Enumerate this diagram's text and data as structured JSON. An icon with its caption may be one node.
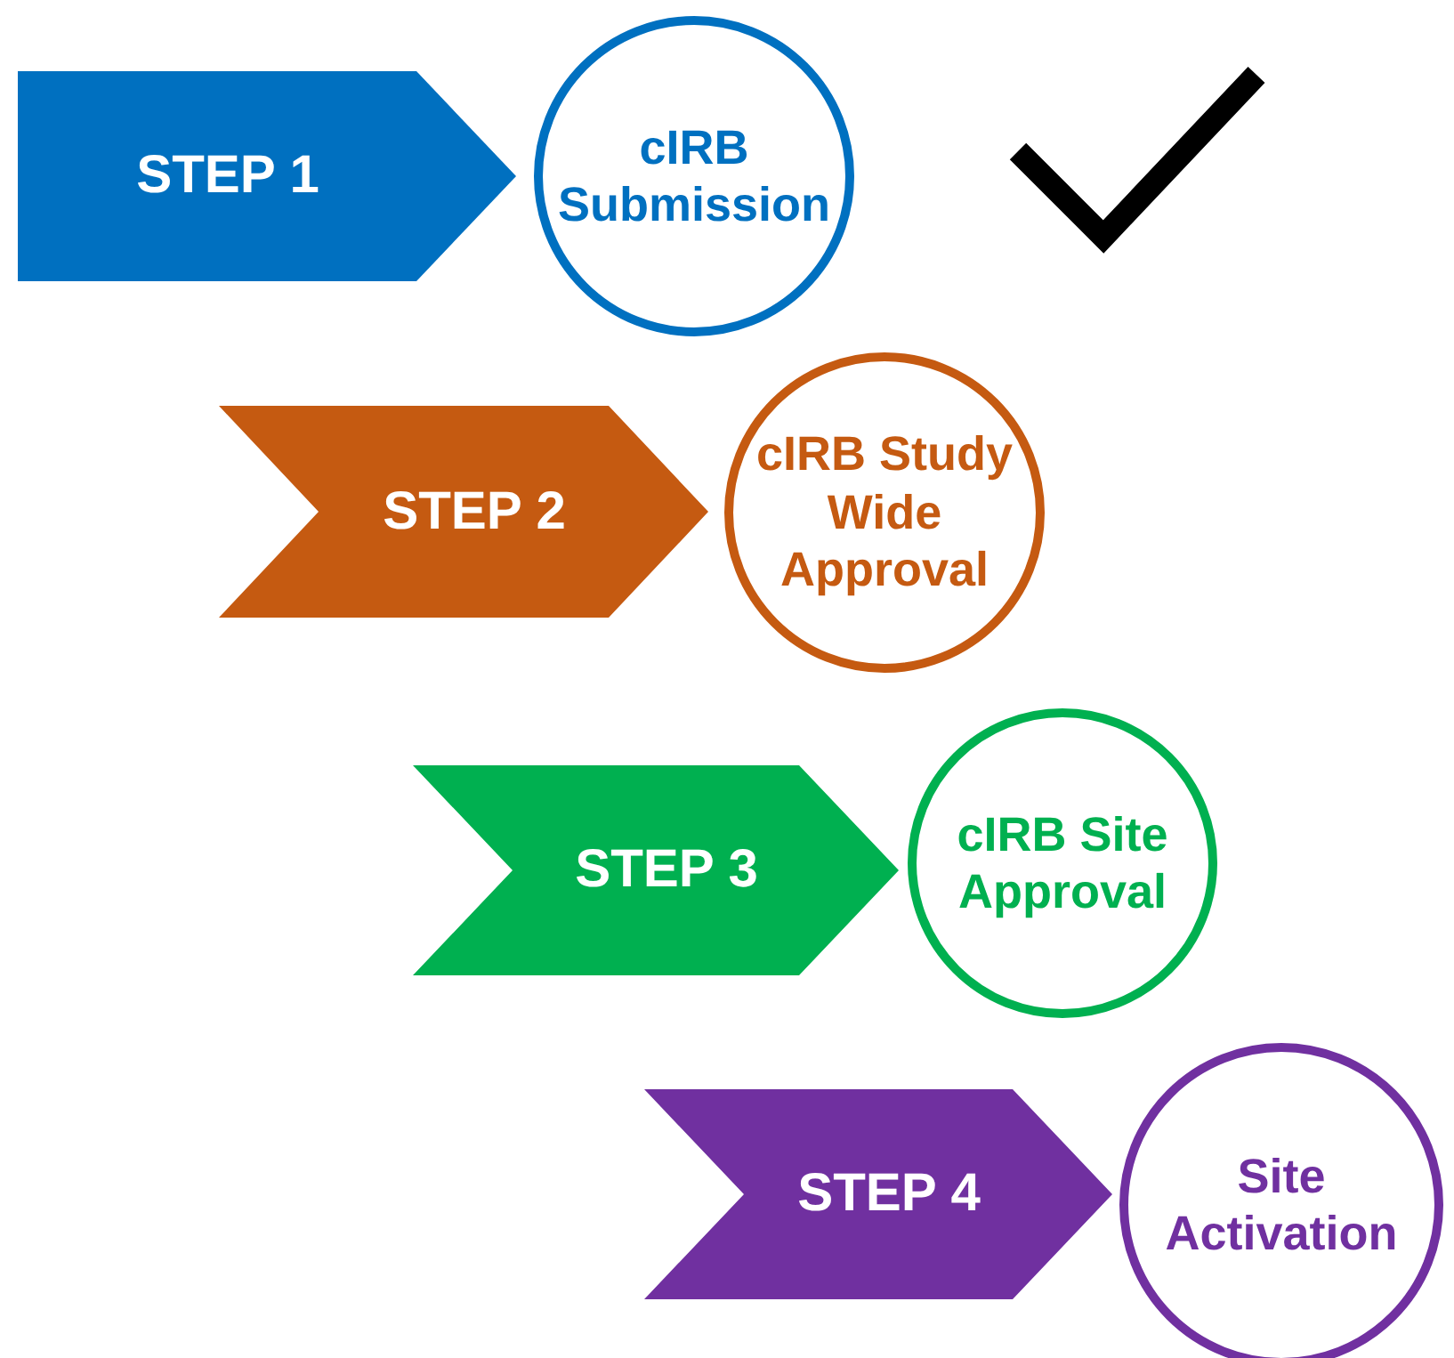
{
  "diagram": {
    "nodes": [
      {
        "text": [
          "STEP 1"
        ]
      },
      {
        "text": [
          "cIRB Submission"
        ]
      },
      {
        "text": [
          "STEP 2"
        ]
      },
      {
        "text": [
          "cIRB Study Wide Approval"
        ]
      },
      {
        "text": [
          "STEP 3"
        ]
      },
      {
        "text": [
          "cIRB Site Approval"
        ]
      },
      {
        "text": [
          "STEP 4"
        ]
      },
      {
        "text": [
          "Site Activation"
        ]
      }
    ]
  }
}
